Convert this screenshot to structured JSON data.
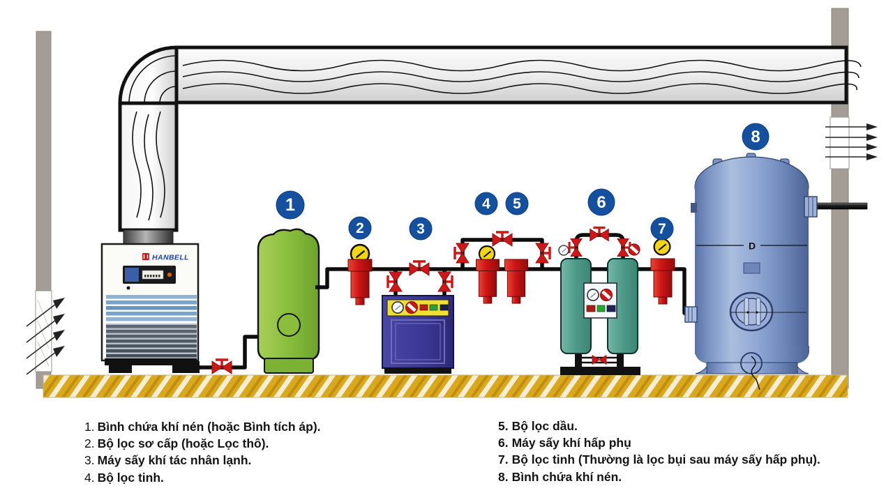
{
  "diagram": {
    "compressor_brand": "HANBELL",
    "tank_diameter_label": "D",
    "badges": [
      "1",
      "2",
      "3",
      "4",
      "5",
      "6",
      "7",
      "8"
    ]
  },
  "legend": {
    "left": [
      {
        "num": "1.",
        "text": "Bình chứa khí nén (hoặc Bình tích áp)."
      },
      {
        "num": "2.",
        "text": "Bộ lọc sơ cấp (hoặc Lọc thô)."
      },
      {
        "num": "3.",
        "text": "Máy sấy khí tác nhân lạnh."
      },
      {
        "num": "4.",
        "text": "Bộ lọc tinh."
      }
    ],
    "right": [
      {
        "num": "5.",
        "text": "Bộ lọc dầu."
      },
      {
        "num": "6.",
        "text": "Máy sấy khí hấp phụ"
      },
      {
        "num": "7.",
        "text": "Bộ lọc tinh (Thường là lọc bụi sau máy sấy hấp phụ)."
      },
      {
        "num": "8.",
        "text": "Bình chứa khí nén."
      }
    ]
  },
  "colors": {
    "badge_blue": "#15509e",
    "valve_red": "#cf1717",
    "gauge_yellow": "#f2d513",
    "tank1_green": "#8abd3c",
    "dryer3_purple": "#3a3794",
    "dryer6_teal": "#4e9a89",
    "tank8_blue": "#8ca3d2",
    "floor_gold": "#d9a81c",
    "wall_gray": "#a49d95"
  }
}
